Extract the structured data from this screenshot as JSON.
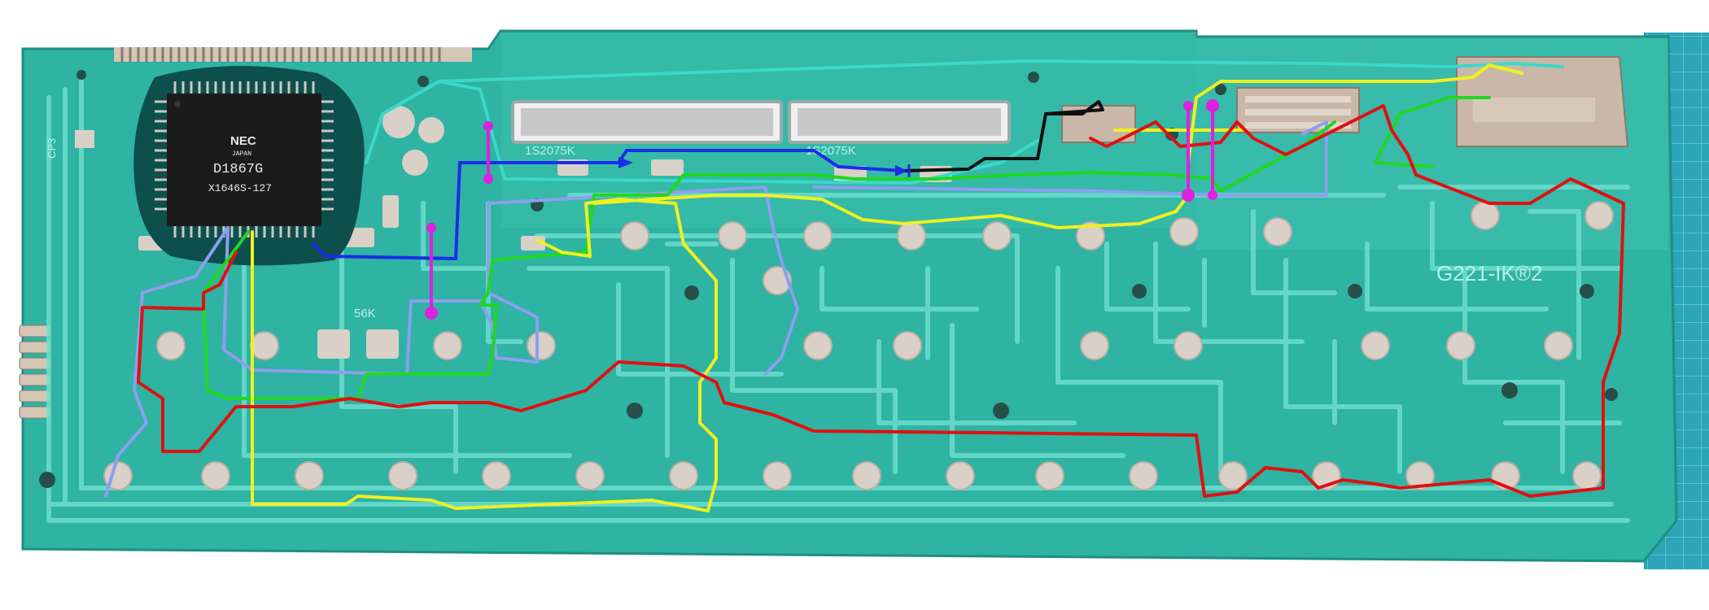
{
  "image": {
    "subject": "keyboard-pcb-with-annotated-traces",
    "chip": {
      "brand": "NEC",
      "origin": "JAPAN",
      "part": "D1867G",
      "code": "X1646S-127"
    },
    "labels": {
      "board_id": "G221-IK®2",
      "resistor_1": "1S2075K",
      "resistor_2": "1S2075K",
      "resistor_3": "56K",
      "corner_marking": "CP3"
    },
    "colors": {
      "board": "#2fb3a3",
      "board_dark": "#1e8e84",
      "trace": "#6fe0d0",
      "pad": "#d9d0c8",
      "chip_blob": "#0d4f4c",
      "chip_body": "#1b1b1b",
      "connector": "#c9b8a8",
      "red_wire": "#e01010",
      "yellow_wire": "#f0f020",
      "green_wire": "#20d820",
      "blue_wire": "#1a2de8",
      "lavender_wire": "#8d9ef0",
      "cyan_wire": "#3ad8c8",
      "magenta_wire": "#e020e0",
      "black_wire": "#101010"
    }
  }
}
